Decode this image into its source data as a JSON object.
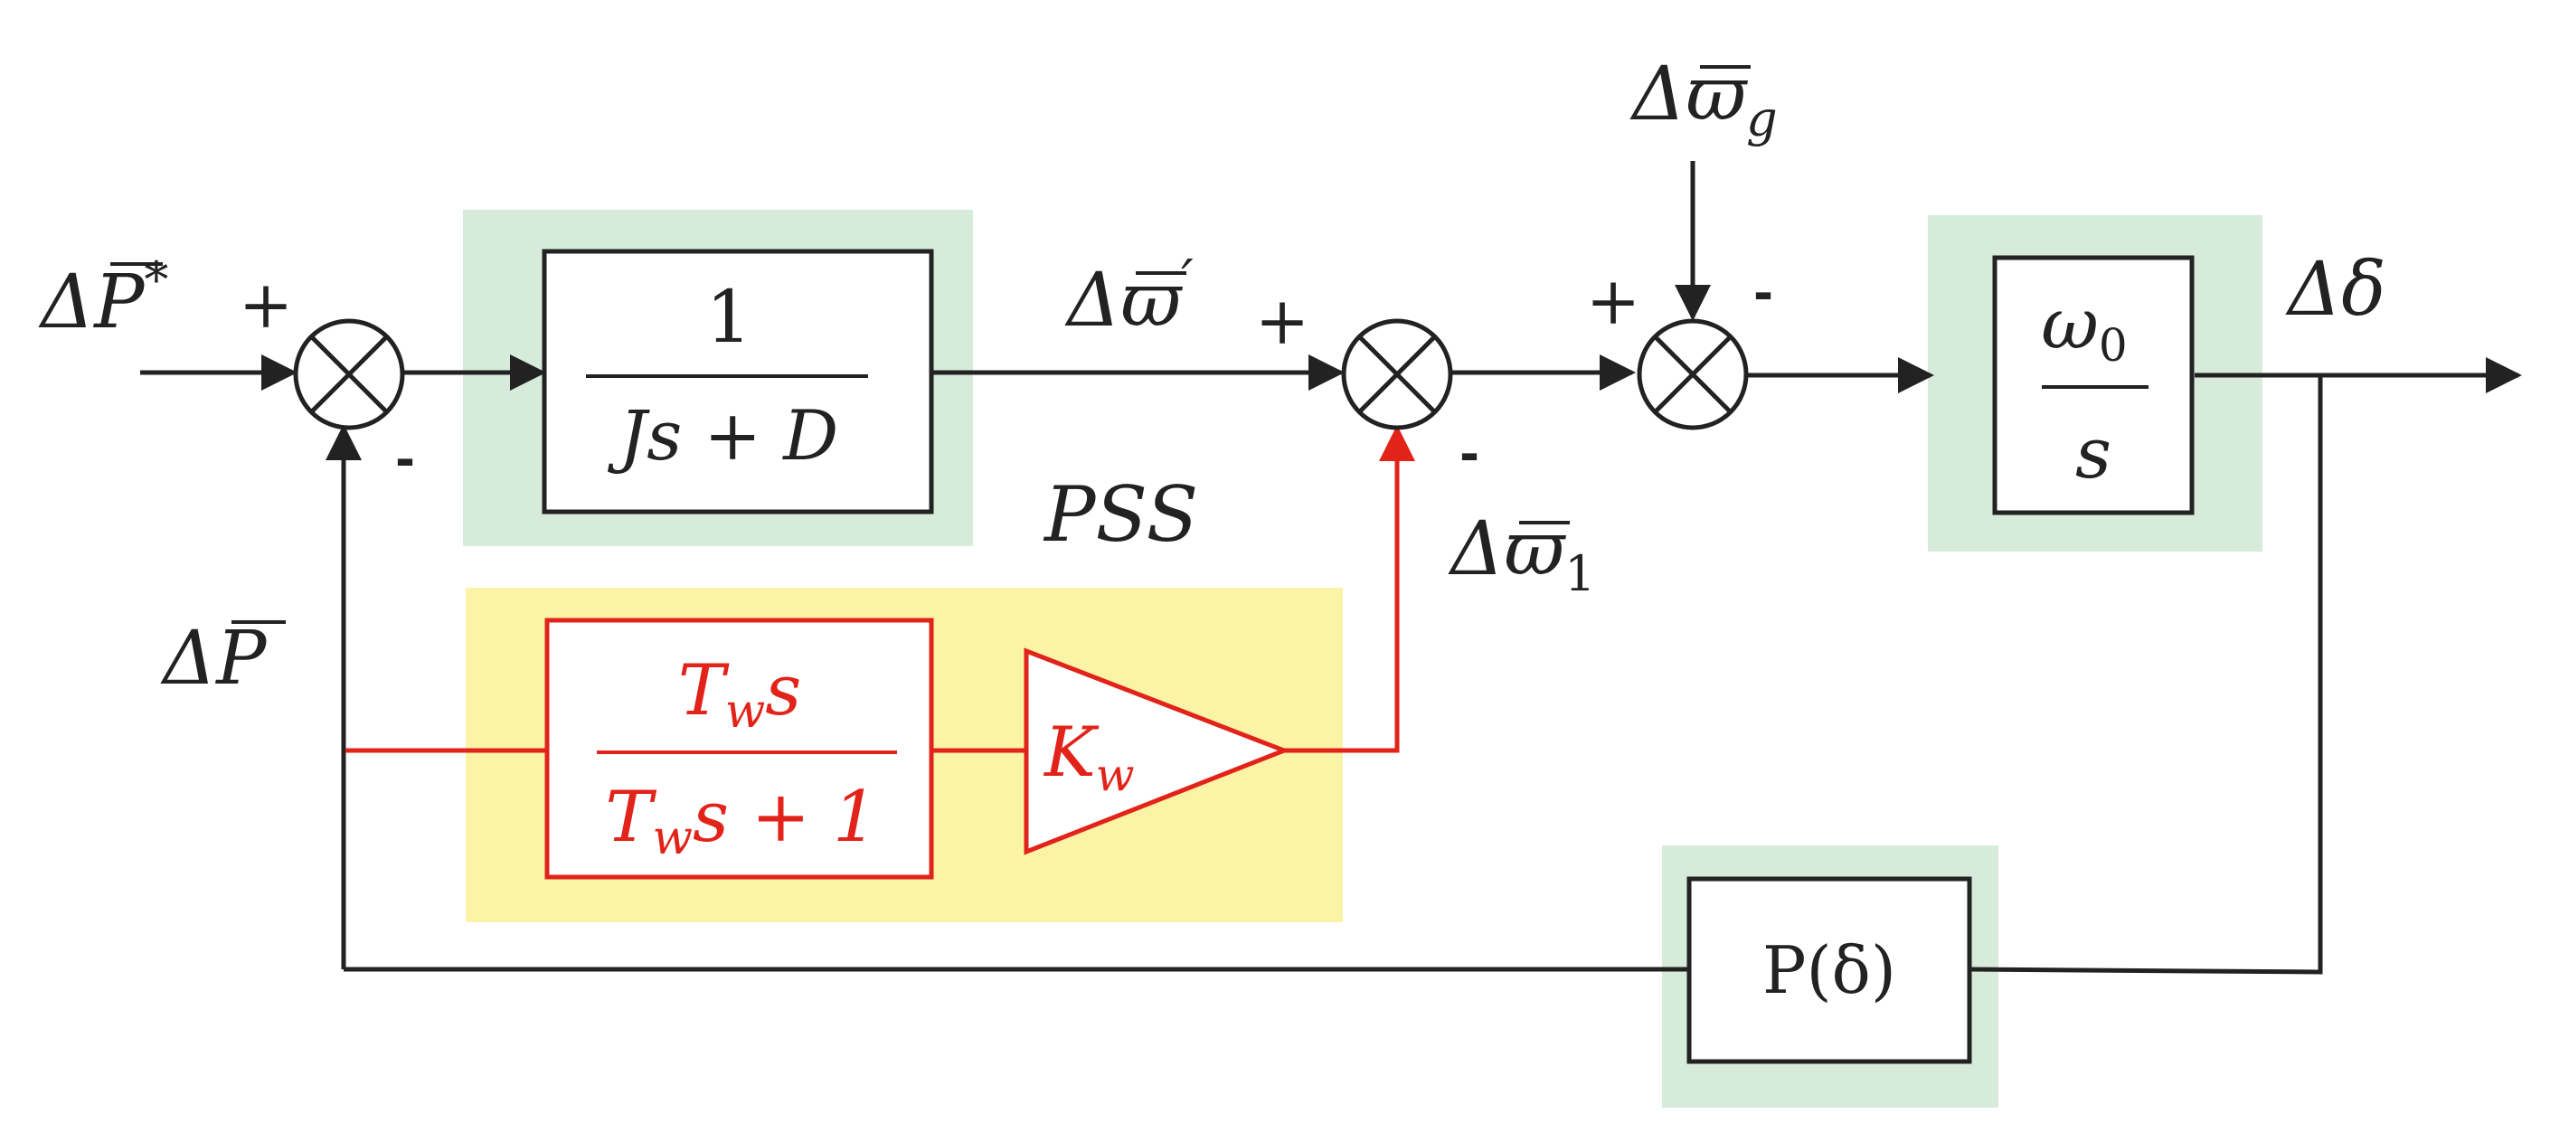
{
  "colors": {
    "line": "#222222",
    "pss": "#e2231a",
    "green_highlight": "#d6ebd9",
    "yellow_highlight": "#fbf3a6"
  },
  "labels": {
    "p_ref": "ΔP",
    "p_ref_sup": "*",
    "p_fb": "ΔP",
    "omega_prime": "Δϖ",
    "omega_prime_sup": "′",
    "omega_g": "Δϖ",
    "omega_g_sub": "g",
    "omega_1": "Δϖ",
    "omega_1_sub": "1",
    "delta": "Δδ",
    "pss": "PSS"
  },
  "signs": {
    "sum1_plus": "+",
    "sum1_minus": "-",
    "sum2_plus": "+",
    "sum2_minus": "-",
    "sum3_plus": "+",
    "sum3_minus": "-"
  },
  "blocks": {
    "inertia": {
      "numerator": "1",
      "denominator": "Js + D"
    },
    "integrator": {
      "numerator": "ω",
      "numerator_sub": "0",
      "denominator": "s"
    },
    "washout": {
      "numerator": "T",
      "numerator_sub": "w",
      "numerator_tail": "s",
      "denominator": "T",
      "denominator_sub": "w",
      "denominator_tail": "s + 1"
    },
    "gain": {
      "label": "K",
      "label_sub": "w"
    },
    "power": {
      "label": "P(δ)"
    }
  }
}
